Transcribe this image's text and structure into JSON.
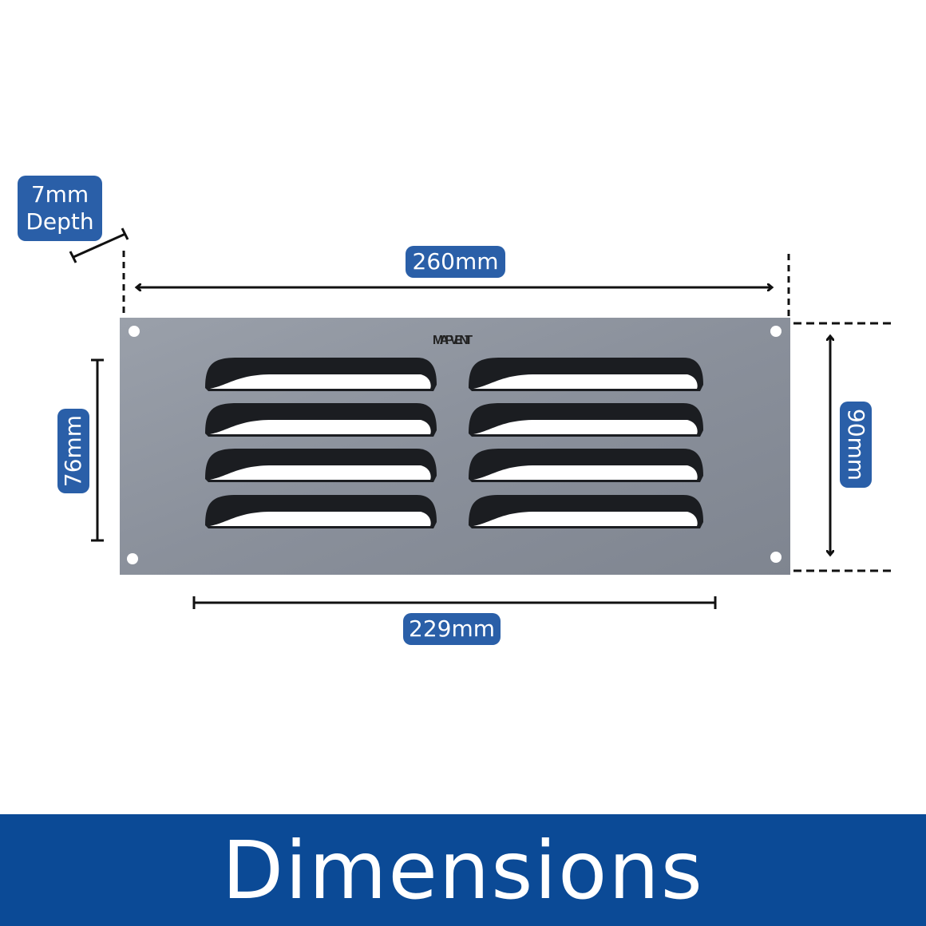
{
  "labels": {
    "depth_line1": "7mm",
    "depth_line2": "Depth",
    "overall_width": "260mm",
    "overall_height": "90mm",
    "louver_height": "76mm",
    "louver_width": "229mm"
  },
  "product": {
    "brand_mark": "MAPVENT"
  },
  "banner": {
    "title": "Dimensions"
  },
  "colors": {
    "label_bg": "#2a5fa8",
    "banner_bg": "#0b4a96",
    "plate": "#8d939e"
  }
}
